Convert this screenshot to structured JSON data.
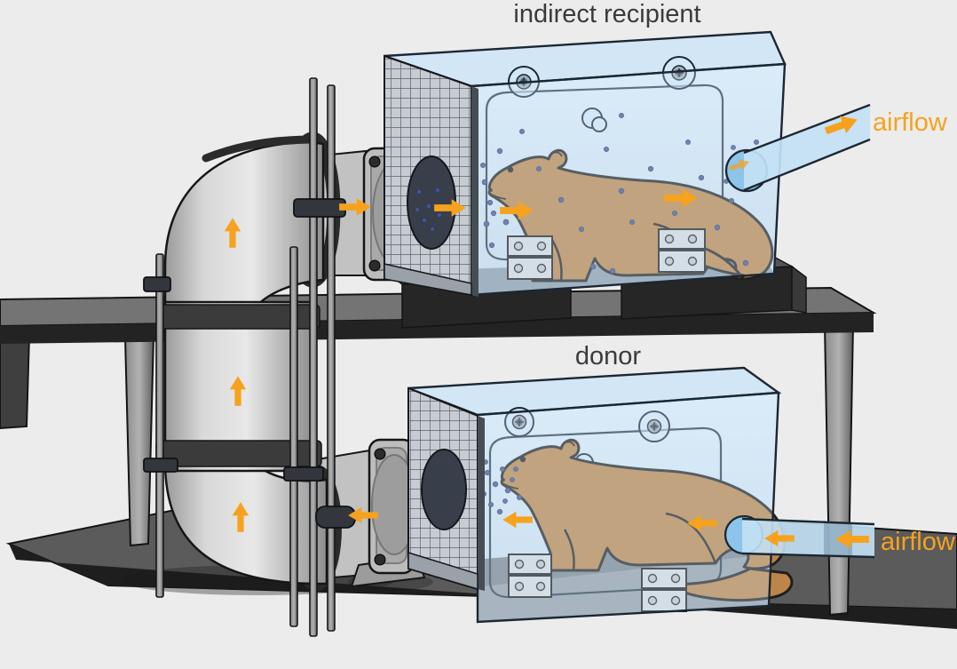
{
  "scene": {
    "top_cage_label": "indirect recipient",
    "bottom_cage_label": "donor",
    "airflow_label_top": "airflow",
    "airflow_label_bottom": "airflow"
  },
  "colors": {
    "background": "#ECECEC",
    "accent_orange": "#F6A21E",
    "cage_glass_blue": "#D3E6F5",
    "tube_blue": "#C3E1F5",
    "duct_gray": "#C8C8C8",
    "shelf_dark_gray": "#3A3A3A",
    "ferret_brown": "#BE8548",
    "particle_blue": "#46558C",
    "title_gray": "#3B3B3B"
  },
  "flow": {
    "donor_cage": "air enters from right tube, flows right-to-left through donor cage",
    "duct": "air rises upward through gray elbow duct from donor level to recipient level",
    "recipient_cage": "air enters through fan and mesh wall, flows left-to-right, exits tube at right"
  }
}
